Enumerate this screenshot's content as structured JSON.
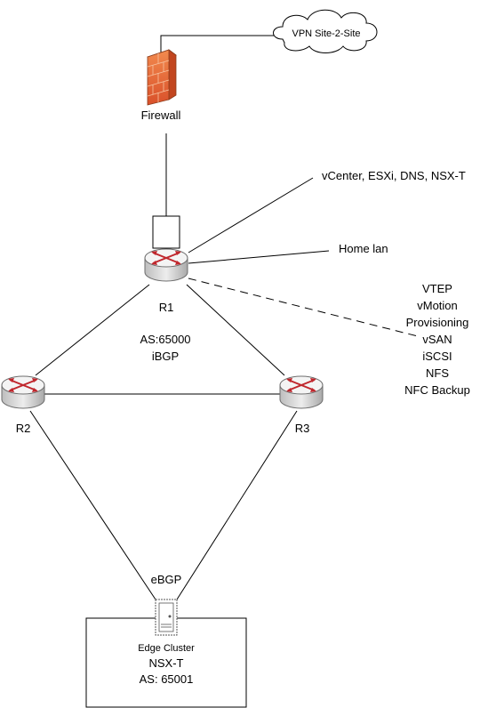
{
  "cloud": {
    "label": "VPN Site-2-Site"
  },
  "firewall": {
    "label": "Firewall"
  },
  "routers": [
    {
      "id": "r1",
      "label": "R1"
    },
    {
      "id": "r2",
      "label": "R2"
    },
    {
      "id": "r3",
      "label": "R3"
    }
  ],
  "r1_links": {
    "mgmt": "vCenter, ESXi, DNS, NSX-T",
    "home": "Home lan"
  },
  "vlans": [
    "VTEP",
    "vMotion",
    "Provisioning",
    "vSAN",
    "iSCSI",
    "NFS",
    "NFC Backup"
  ],
  "ibgp": {
    "as": "AS:65000",
    "protocol": "iBGP"
  },
  "ebgp": {
    "label": "eBGP"
  },
  "edge": {
    "title": "Edge Cluster",
    "product": "NSX-T",
    "as": "AS: 65001"
  },
  "colors": {
    "router_gray": "#d9d9d9",
    "router_arrow": "#c0272d",
    "firewall_brick": "#e0703a"
  }
}
